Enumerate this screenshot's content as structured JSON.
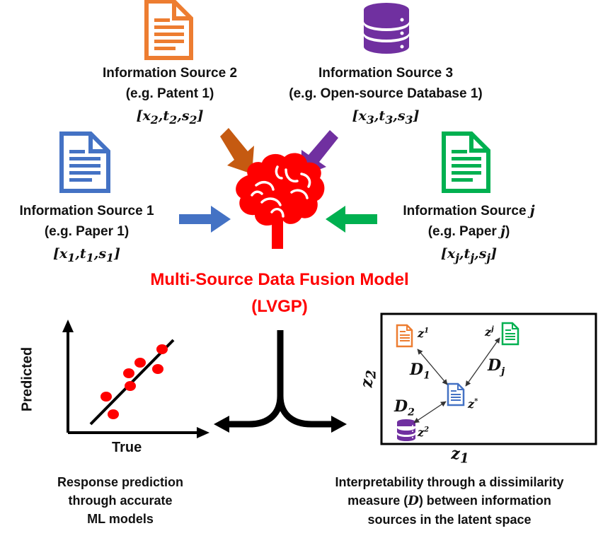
{
  "sources": {
    "s1": {
      "title": "Information Source 1",
      "example": "(e.g. Paper 1)",
      "vars": [
        "x",
        "t",
        "s"
      ],
      "index": "1"
    },
    "s2": {
      "title": "Information Source 2",
      "example": "(e.g. Patent 1)",
      "vars": [
        "x",
        "t",
        "s"
      ],
      "index": "2"
    },
    "s3": {
      "title": "Information Source 3",
      "example": "(e.g. Open-source Database 1)",
      "vars": [
        "x",
        "t",
        "s"
      ],
      "index": "3"
    },
    "sj": {
      "title": "Information Source ",
      "title_var": "j",
      "example": "(e.g. Paper ",
      "example_var": "j",
      "example_end": ")",
      "vars": [
        "x",
        "t",
        "s"
      ],
      "index": "j"
    }
  },
  "model": {
    "title": "Multi-Source Data Fusion Model",
    "subtitle": "(LVGP)"
  },
  "prediction_plot": {
    "ylabel": "Predicted",
    "xlabel": "True"
  },
  "latent_plot": {
    "xaxis": "z",
    "xaxis_sub": "1",
    "yaxis": "z",
    "yaxis_sub": "2",
    "points": {
      "p1": "z",
      "p1_sup": "1",
      "pj": "z",
      "pj_sup": "j",
      "pstar": "z",
      "pstar_sup": "*",
      "p2": "z",
      "p2_sup": "2"
    },
    "distances": {
      "d1": "D",
      "d1_sub": "1",
      "dj": "D",
      "dj_sub": "j",
      "d2": "D",
      "d2_sub": "2"
    }
  },
  "captions": {
    "left": [
      "Response prediction",
      "through accurate",
      "ML models"
    ],
    "right_line1": "Interpretability through a dissimilarity",
    "right_line2_a": "measure (",
    "right_line2_var": "D",
    "right_line2_b": ") between information",
    "right_line3": "sources in the latent space"
  },
  "colors": {
    "paper": "#4472c4",
    "patent": "#ed7d31",
    "database": "#7030a0",
    "paperj": "#00b050",
    "brain": "#ff0000",
    "arrow_orange": "#c55a11"
  }
}
